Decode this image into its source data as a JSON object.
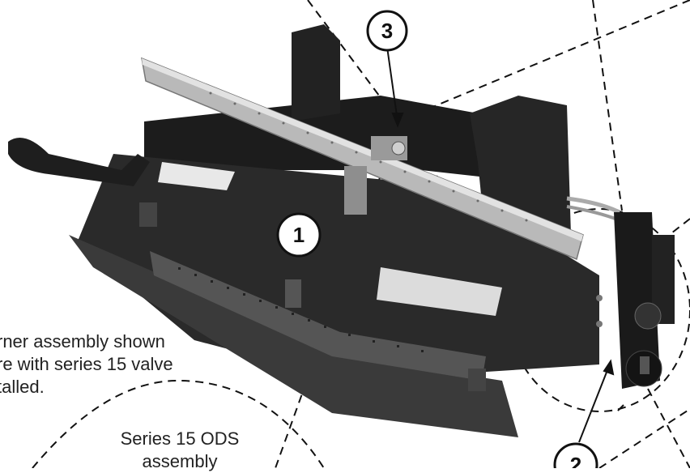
{
  "callouts": {
    "c1": "1",
    "c2": "2",
    "c3": "3"
  },
  "caption": {
    "line1": "rner assembly shown",
    "line2": "re with series 15 valve",
    "line3": "talled."
  },
  "series_label": {
    "line1": "Series 15 ODS",
    "line2": "assembly"
  },
  "colors": {
    "photo_dark": "#2a2a2a",
    "burner_metal": "#b9b9b9",
    "line": "#111111"
  }
}
